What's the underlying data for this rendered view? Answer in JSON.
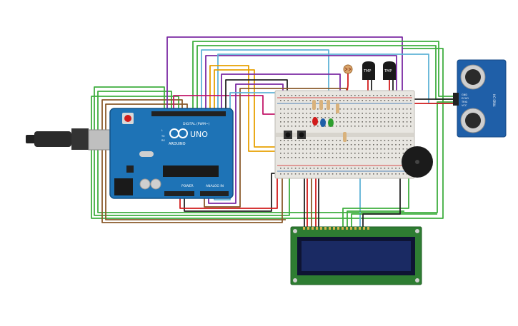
{
  "arduino": {
    "brand": "ARDUINO",
    "model": "UNO",
    "digital_label": "DIGITAL (PWM~)",
    "power_label": "POWER",
    "analog_label": "ANALOG IN",
    "tx_label": "TX",
    "rx_label": "RX",
    "l_label": "L"
  },
  "temp_sensors": [
    {
      "label": "TMP"
    },
    {
      "label": "TMP"
    }
  ],
  "ultrasonic": {
    "pins": [
      "GND",
      "ECHO",
      "TRIG",
      "VCC"
    ],
    "model": "HC-SR04"
  },
  "colors": {
    "board": "#1e73b6",
    "breadboard": "#e8e6e1",
    "lcd_pcb": "#2e7d32",
    "lcd_screen": "#1a2a63",
    "sensor_blue": "#1f5fa8",
    "buzzer": "#1b1b1b",
    "wire_green": "#3fae3f",
    "wire_purple": "#7b2aa3",
    "wire_orange": "#e8a000",
    "wire_red": "#d11b1b",
    "wire_black": "#222222",
    "wire_brown": "#8a5a2b",
    "wire_cyan": "#5fb2d6",
    "wire_magenta": "#c2176a"
  }
}
